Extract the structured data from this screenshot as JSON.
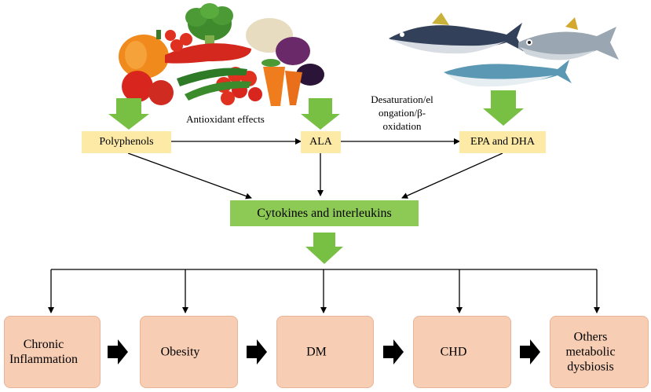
{
  "top_labels": {
    "polyphenols": "Polyphenols",
    "ala": "ALA",
    "epa_dha": "EPA and DHA"
  },
  "annotations": {
    "antioxidant": "Antioxidant effects",
    "desaturation_l1": "Desaturation/el",
    "desaturation_l2": "ongation/β-",
    "desaturation_l3": "oxidation"
  },
  "center_box": "Cytokines and interleukins",
  "outcomes": [
    {
      "line1": "Chronic",
      "line2": "Inflammation",
      "line3": ""
    },
    {
      "line1": "Obesity",
      "line2": "",
      "line3": ""
    },
    {
      "line1": "DM",
      "line2": "",
      "line3": ""
    },
    {
      "line1": "CHD",
      "line2": "",
      "line3": ""
    },
    {
      "line1": "Others",
      "line2": "metabolic",
      "line3": "dysbiosis"
    }
  ],
  "icons": {
    "vegetables": "vegetables-image",
    "fish": "fish-image",
    "decrease": "down-arrow-icon",
    "link": "right-arrow-icon",
    "source": "green-down-arrow-icon"
  },
  "colors": {
    "source_box": "#fdeaa7",
    "center_box": "#8dc955",
    "outcome_box": "#f7cdb4",
    "green_arrow": "#77c043"
  }
}
